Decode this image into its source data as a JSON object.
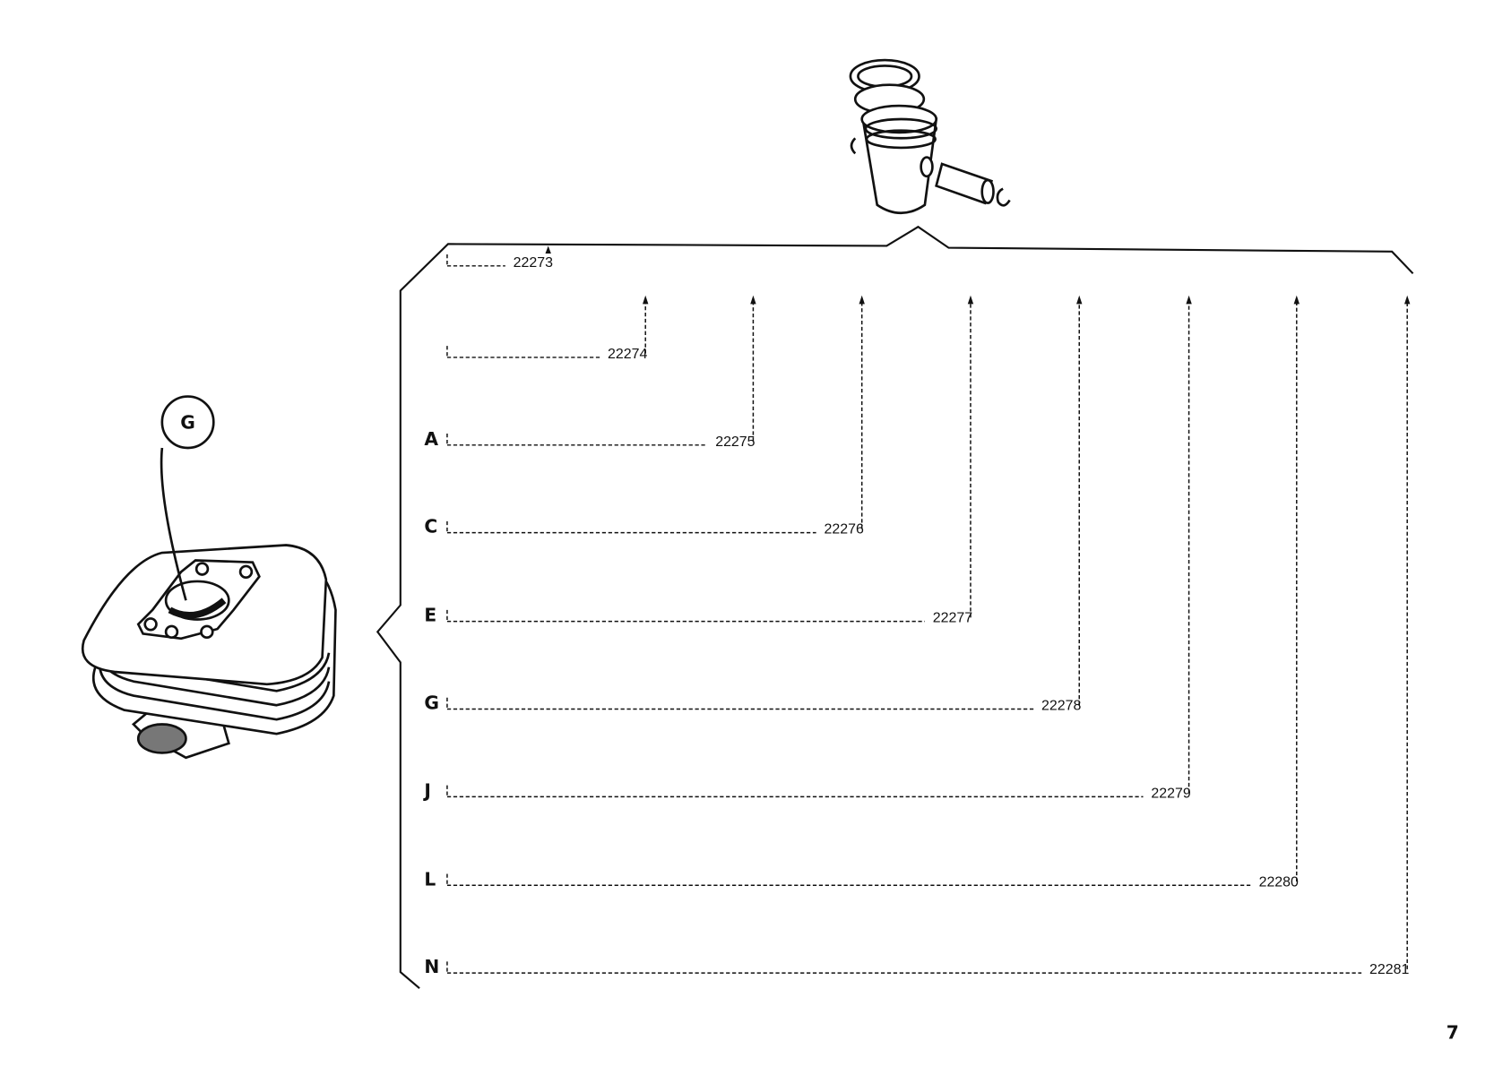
{
  "callout": {
    "label": "G"
  },
  "rows": [
    {
      "letter": "",
      "part": "22273"
    },
    {
      "letter": "",
      "part": "22274"
    },
    {
      "letter": "A",
      "part": "22275"
    },
    {
      "letter": "C",
      "part": "22276"
    },
    {
      "letter": "E",
      "part": "22277"
    },
    {
      "letter": "G",
      "part": "22278"
    },
    {
      "letter": "J",
      "part": "22279"
    },
    {
      "letter": "L",
      "part": "22280"
    },
    {
      "letter": "N",
      "part": "22281"
    }
  ],
  "page_number": "7"
}
